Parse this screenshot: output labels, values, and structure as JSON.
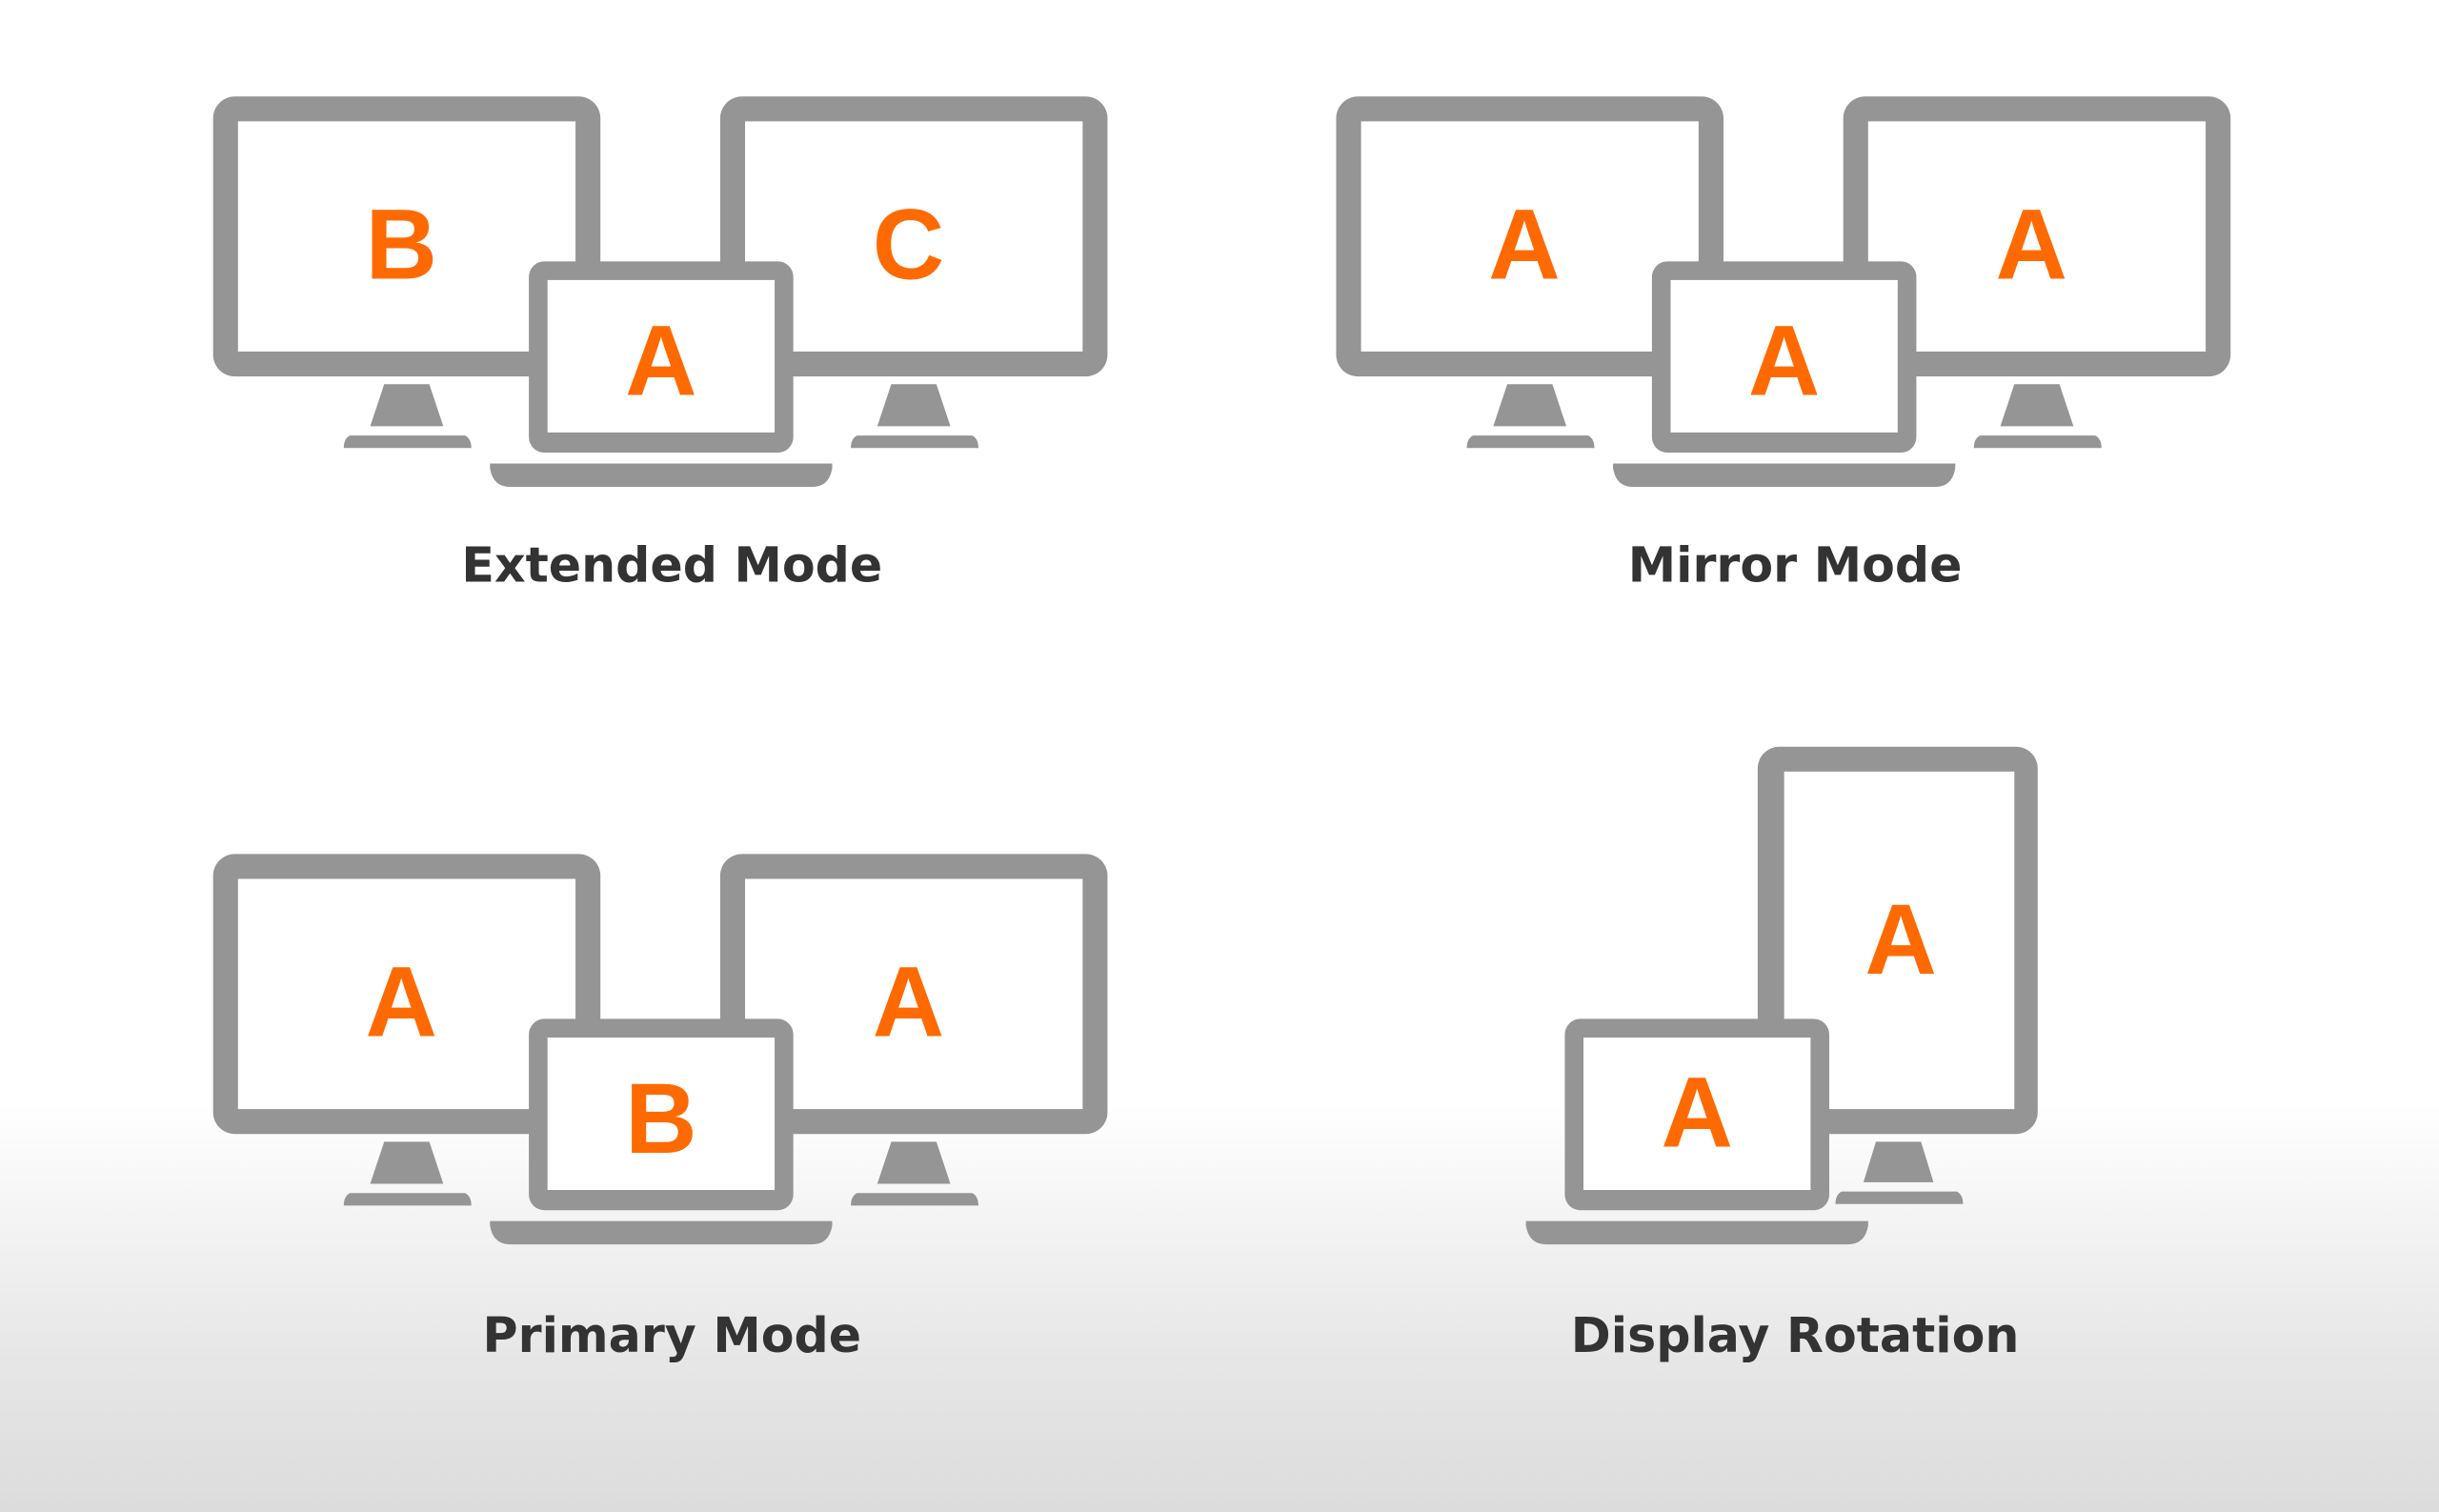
{
  "colors": {
    "device": "#959595",
    "letter": "#FF6A00",
    "label": "#333333"
  },
  "panels": [
    {
      "label": "Extended Mode",
      "left_screen": "B",
      "laptop_screen": "A",
      "right_screen": "C"
    },
    {
      "label": "Mirror Mode",
      "left_screen": "A",
      "laptop_screen": "A",
      "right_screen": "A"
    },
    {
      "label": "Primary Mode",
      "left_screen": "A",
      "laptop_screen": "B",
      "right_screen": "A"
    },
    {
      "label": "Display Rotation",
      "portrait_screen": "A",
      "laptop_screen": "A"
    }
  ]
}
